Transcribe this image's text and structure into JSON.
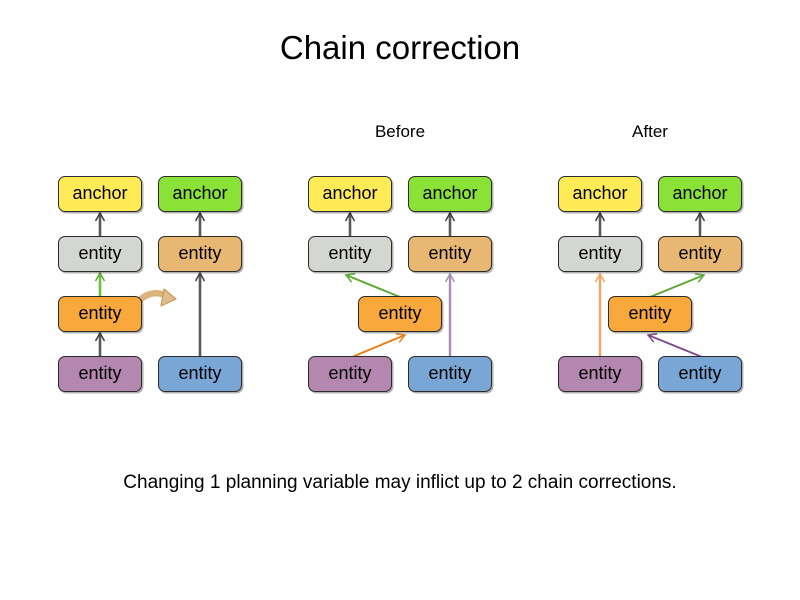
{
  "slide": {
    "title": "Chain correction",
    "caption": "Changing 1 planning variable may inflict up to 2 chain corrections.",
    "background_color": "#ffffff"
  },
  "labels": {
    "before": "Before",
    "after": "After"
  },
  "node_colors": {
    "anchor_yellow": "#ffeb55",
    "anchor_green": "#8ae236",
    "entity_grey": "#d3d6d1",
    "entity_tan": "#e8b873",
    "entity_orange": "#f9a83c",
    "entity_purple": "#b387b0",
    "entity_blue": "#7aa6d6",
    "node_border": "#2b2b2b"
  },
  "edge_colors": {
    "default_grey": "#595959",
    "green": "#5aa832",
    "orange": "#e8801a",
    "light_orange": "#f0a55e",
    "purple": "#7e4a8e",
    "mauve": "#a98cb3",
    "move_arrow_tan": "#d9b27c"
  },
  "panels": [
    {
      "id": "initial",
      "label": "",
      "nodes": [
        {
          "id": "p1-a1",
          "label": "anchor",
          "color": "anchor_yellow"
        },
        {
          "id": "p1-a2",
          "label": "anchor",
          "color": "anchor_green"
        },
        {
          "id": "p1-e1",
          "label": "entity",
          "color": "entity_grey"
        },
        {
          "id": "p1-e2",
          "label": "entity",
          "color": "entity_tan"
        },
        {
          "id": "p1-e3",
          "label": "entity",
          "color": "entity_orange"
        },
        {
          "id": "p1-e4",
          "label": "entity",
          "color": "entity_purple"
        },
        {
          "id": "p1-e5",
          "label": "entity",
          "color": "entity_blue"
        }
      ],
      "edges": [
        {
          "from": "p1-e1",
          "to": "p1-a1",
          "color": "default_grey"
        },
        {
          "from": "p1-e3",
          "to": "p1-e1",
          "color": "green"
        },
        {
          "from": "p1-e4",
          "to": "p1-e3",
          "color": "default_grey"
        },
        {
          "from": "p1-e2",
          "to": "p1-a2",
          "color": "default_grey"
        },
        {
          "from": "p1-e5",
          "to": "p1-e2",
          "color": "default_grey"
        },
        {
          "from": "p1-e3",
          "to": "right",
          "color": "move_arrow_tan",
          "style": "curved-move"
        }
      ]
    },
    {
      "id": "before",
      "label": "Before",
      "nodes": [
        {
          "id": "p2-a1",
          "label": "anchor",
          "color": "anchor_yellow"
        },
        {
          "id": "p2-a2",
          "label": "anchor",
          "color": "anchor_green"
        },
        {
          "id": "p2-e1",
          "label": "entity",
          "color": "entity_grey"
        },
        {
          "id": "p2-e2",
          "label": "entity",
          "color": "entity_tan"
        },
        {
          "id": "p2-e3",
          "label": "entity",
          "color": "entity_orange"
        },
        {
          "id": "p2-e4",
          "label": "entity",
          "color": "entity_purple"
        },
        {
          "id": "p2-e5",
          "label": "entity",
          "color": "entity_blue"
        }
      ],
      "edges": [
        {
          "from": "p2-e1",
          "to": "p2-a1",
          "color": "default_grey"
        },
        {
          "from": "p2-e2",
          "to": "p2-a2",
          "color": "default_grey"
        },
        {
          "from": "p2-e3",
          "to": "p2-e1",
          "color": "green"
        },
        {
          "from": "p2-e4",
          "to": "p2-e3",
          "color": "orange"
        },
        {
          "from": "p2-e5",
          "to": "p2-e2",
          "color": "mauve"
        }
      ]
    },
    {
      "id": "after",
      "label": "After",
      "nodes": [
        {
          "id": "p3-a1",
          "label": "anchor",
          "color": "anchor_yellow"
        },
        {
          "id": "p3-a2",
          "label": "anchor",
          "color": "anchor_green"
        },
        {
          "id": "p3-e1",
          "label": "entity",
          "color": "entity_grey"
        },
        {
          "id": "p3-e2",
          "label": "entity",
          "color": "entity_tan"
        },
        {
          "id": "p3-e3",
          "label": "entity",
          "color": "entity_orange"
        },
        {
          "id": "p3-e4",
          "label": "entity",
          "color": "entity_purple"
        },
        {
          "id": "p3-e5",
          "label": "entity",
          "color": "entity_blue"
        }
      ],
      "edges": [
        {
          "from": "p3-e1",
          "to": "p3-a1",
          "color": "default_grey"
        },
        {
          "from": "p3-e2",
          "to": "p3-a2",
          "color": "default_grey"
        },
        {
          "from": "p3-e4",
          "to": "p3-e1",
          "color": "light_orange"
        },
        {
          "from": "p3-e3",
          "to": "p3-e2",
          "color": "green"
        },
        {
          "from": "p3-e5",
          "to": "p3-e3",
          "color": "purple"
        }
      ]
    }
  ]
}
